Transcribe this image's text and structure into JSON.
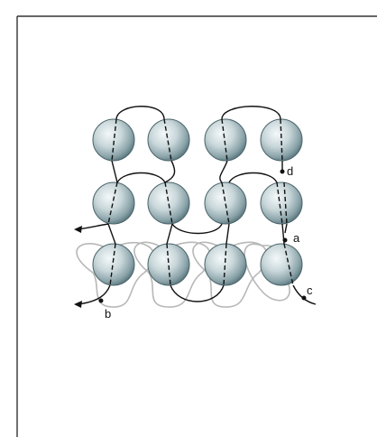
{
  "diagram": {
    "labels": {
      "a": "a",
      "b": "b",
      "c": "c",
      "d": "d"
    },
    "grid": {
      "rows": 3,
      "columns": 4
    },
    "colors": {
      "bead_light": "#f2f6f7",
      "bead_mid": "#c7d5d8",
      "bead_dark": "#5e7c83",
      "thread_front": "#111111",
      "thread_back": "#b5b5b5",
      "frame": "#333333"
    }
  }
}
